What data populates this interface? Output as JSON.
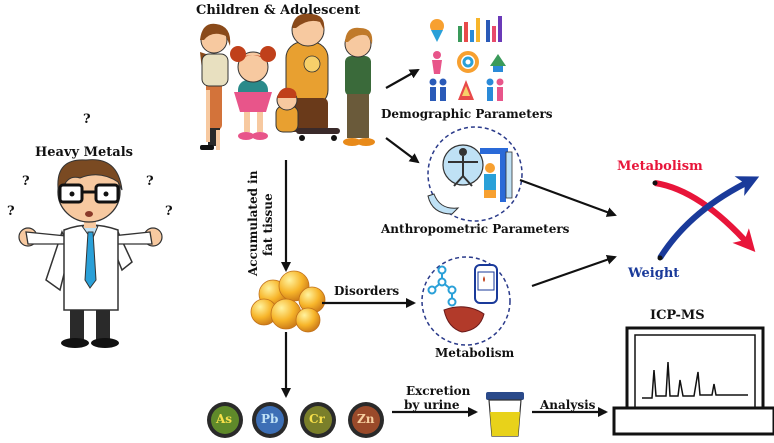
{
  "labels": {
    "heavy_metals": "Heavy Metals",
    "question": "?",
    "children": "Children & Adolescent",
    "demographic": "Demographic Parameters",
    "anthropometric": "Anthropometric Parameters",
    "metabolism_box": "Metabolism",
    "metabolism_red": "Metabolism",
    "weight": "Weight",
    "accumulated_line1": "Accumulated in",
    "accumulated_line2": "fat tissue",
    "disorders": "Disorders",
    "excretion_line1": "Excretion",
    "excretion_line2": "by urine",
    "analysis": "Analysis",
    "icpms": "ICP-MS"
  },
  "metals": [
    {
      "symbol": "As",
      "color": "#5f8a2a"
    },
    {
      "symbol": "Pb",
      "color": "#3d6fb6"
    },
    {
      "symbol": "Cr",
      "color": "#7a7f2a"
    },
    {
      "symbol": "Zn",
      "color": "#9a4a2a"
    }
  ],
  "colors": {
    "metabolism_curve": "#e8153a",
    "weight_curve": "#1a3a9a",
    "arrow": "#111111",
    "fat": "#f7b52a",
    "urine": "#e8d21a",
    "liver": "#b23a2a"
  }
}
